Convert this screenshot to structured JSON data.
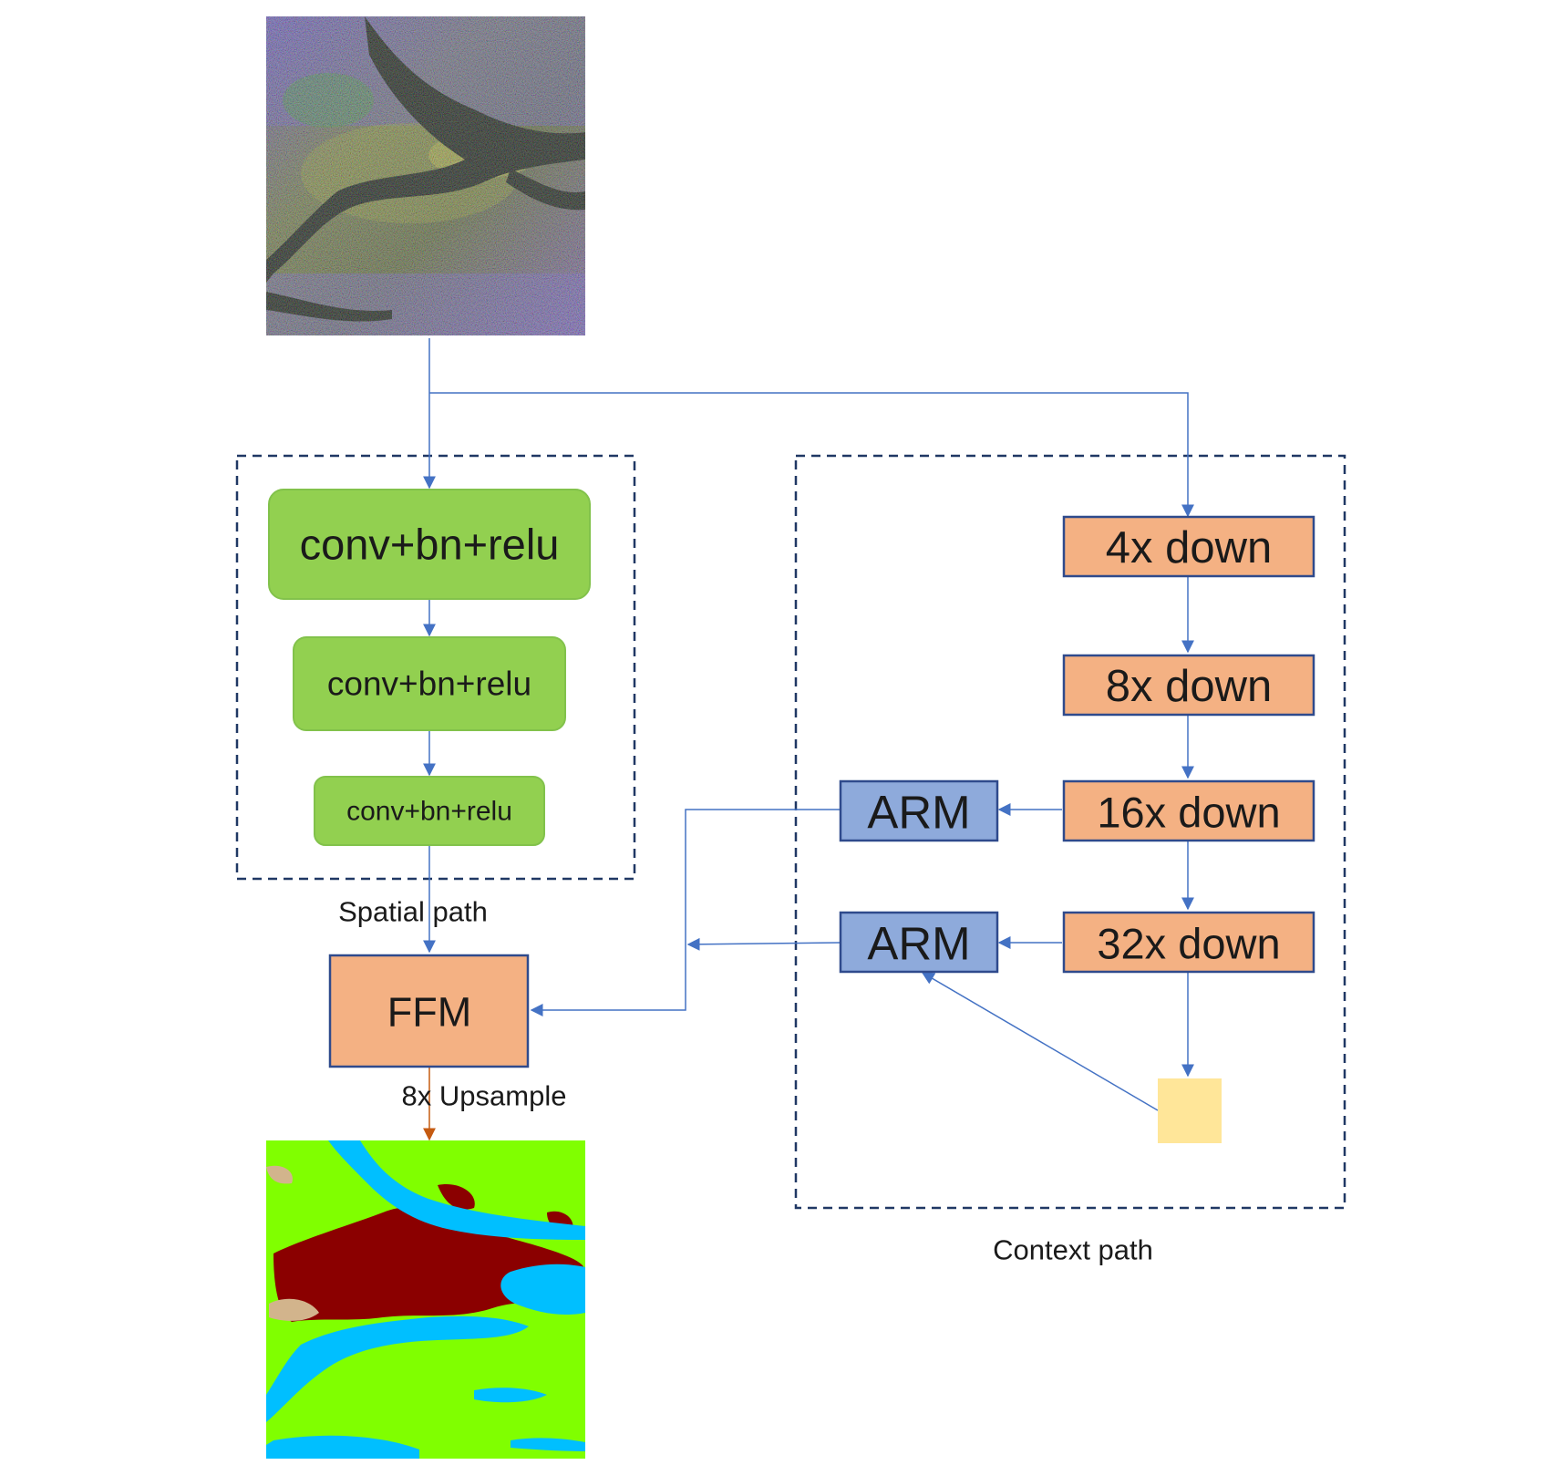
{
  "spatial_path": {
    "label": "Spatial path",
    "blocks": [
      "conv+bn+relu",
      "conv+bn+relu",
      "conv+bn+relu"
    ]
  },
  "context_path": {
    "label": "Context path",
    "blocks": [
      "4x down",
      "8x down",
      "16x down",
      "32x down"
    ],
    "arm_label": "ARM"
  },
  "ffm": {
    "label": "FFM"
  },
  "upsample": {
    "label": "8x Upsample"
  },
  "colors": {
    "arrow_blue": "#4472c4",
    "arrow_orange": "#c55a11",
    "conv_green": "#92d050",
    "conv_border": "#82c24b",
    "down_orange": "#f4b183",
    "border_navy": "#2f4a8c",
    "arm_blue": "#8eaadb",
    "pool_yellow": "#ffe699",
    "dash_navy": "#203864",
    "seg_green": "#80ff00",
    "seg_water": "#00bfff",
    "seg_urban": "#8b0000",
    "seg_bare": "#d2b48c"
  }
}
